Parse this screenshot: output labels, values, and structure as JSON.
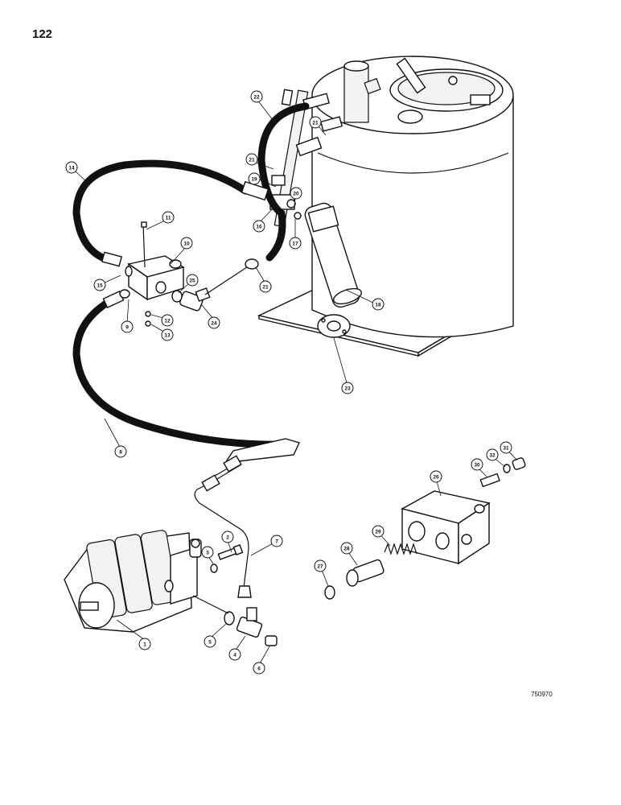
{
  "page": {
    "number": "122",
    "figure_code": "750970"
  },
  "diagram": {
    "callouts": [
      {
        "id": "c1",
        "label": "1"
      },
      {
        "id": "c2",
        "label": "2"
      },
      {
        "id": "c3",
        "label": "3"
      },
      {
        "id": "c4",
        "label": "4"
      },
      {
        "id": "c5",
        "label": "5"
      },
      {
        "id": "c6",
        "label": "6"
      },
      {
        "id": "c7",
        "label": "7"
      },
      {
        "id": "c8",
        "label": "8"
      },
      {
        "id": "c9",
        "label": "9"
      },
      {
        "id": "c10",
        "label": "10"
      },
      {
        "id": "c11",
        "label": "11"
      },
      {
        "id": "c12",
        "label": "12"
      },
      {
        "id": "c13",
        "label": "13"
      },
      {
        "id": "c14",
        "label": "14"
      },
      {
        "id": "c15",
        "label": "15"
      },
      {
        "id": "c16",
        "label": "16"
      },
      {
        "id": "c17",
        "label": "17"
      },
      {
        "id": "c18",
        "label": "18"
      },
      {
        "id": "c19",
        "label": "19"
      },
      {
        "id": "c20",
        "label": "20"
      },
      {
        "id": "c21a",
        "label": "21"
      },
      {
        "id": "c21b",
        "label": "21"
      },
      {
        "id": "c21c",
        "label": "21"
      },
      {
        "id": "c22",
        "label": "22"
      },
      {
        "id": "c23",
        "label": "23"
      },
      {
        "id": "c24",
        "label": "24"
      },
      {
        "id": "c25",
        "label": "25"
      },
      {
        "id": "c26",
        "label": "26"
      },
      {
        "id": "c27",
        "label": "27"
      },
      {
        "id": "c28",
        "label": "28"
      },
      {
        "id": "c29",
        "label": "29"
      },
      {
        "id": "c30",
        "label": "30"
      },
      {
        "id": "c31",
        "label": "31"
      },
      {
        "id": "c32",
        "label": "32"
      }
    ]
  }
}
